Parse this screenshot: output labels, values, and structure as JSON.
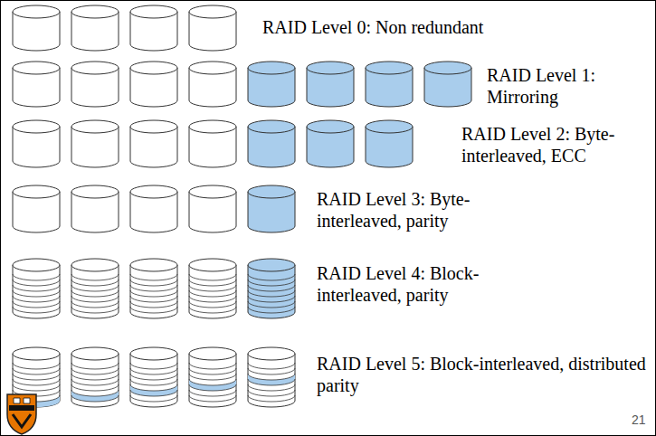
{
  "diagram": {
    "labels": [
      "RAID Level 0: Non redundant",
      "RAID Level 1: Mirroring",
      "RAID Level 2: Byte-interleaved, ECC",
      "RAID Level 3: Byte-interleaved, parity",
      "RAID Level 4: Block-interleaved, parity",
      "RAID Level 5: Block-interleaved, distributed parity",
      "21"
    ]
  }
}
